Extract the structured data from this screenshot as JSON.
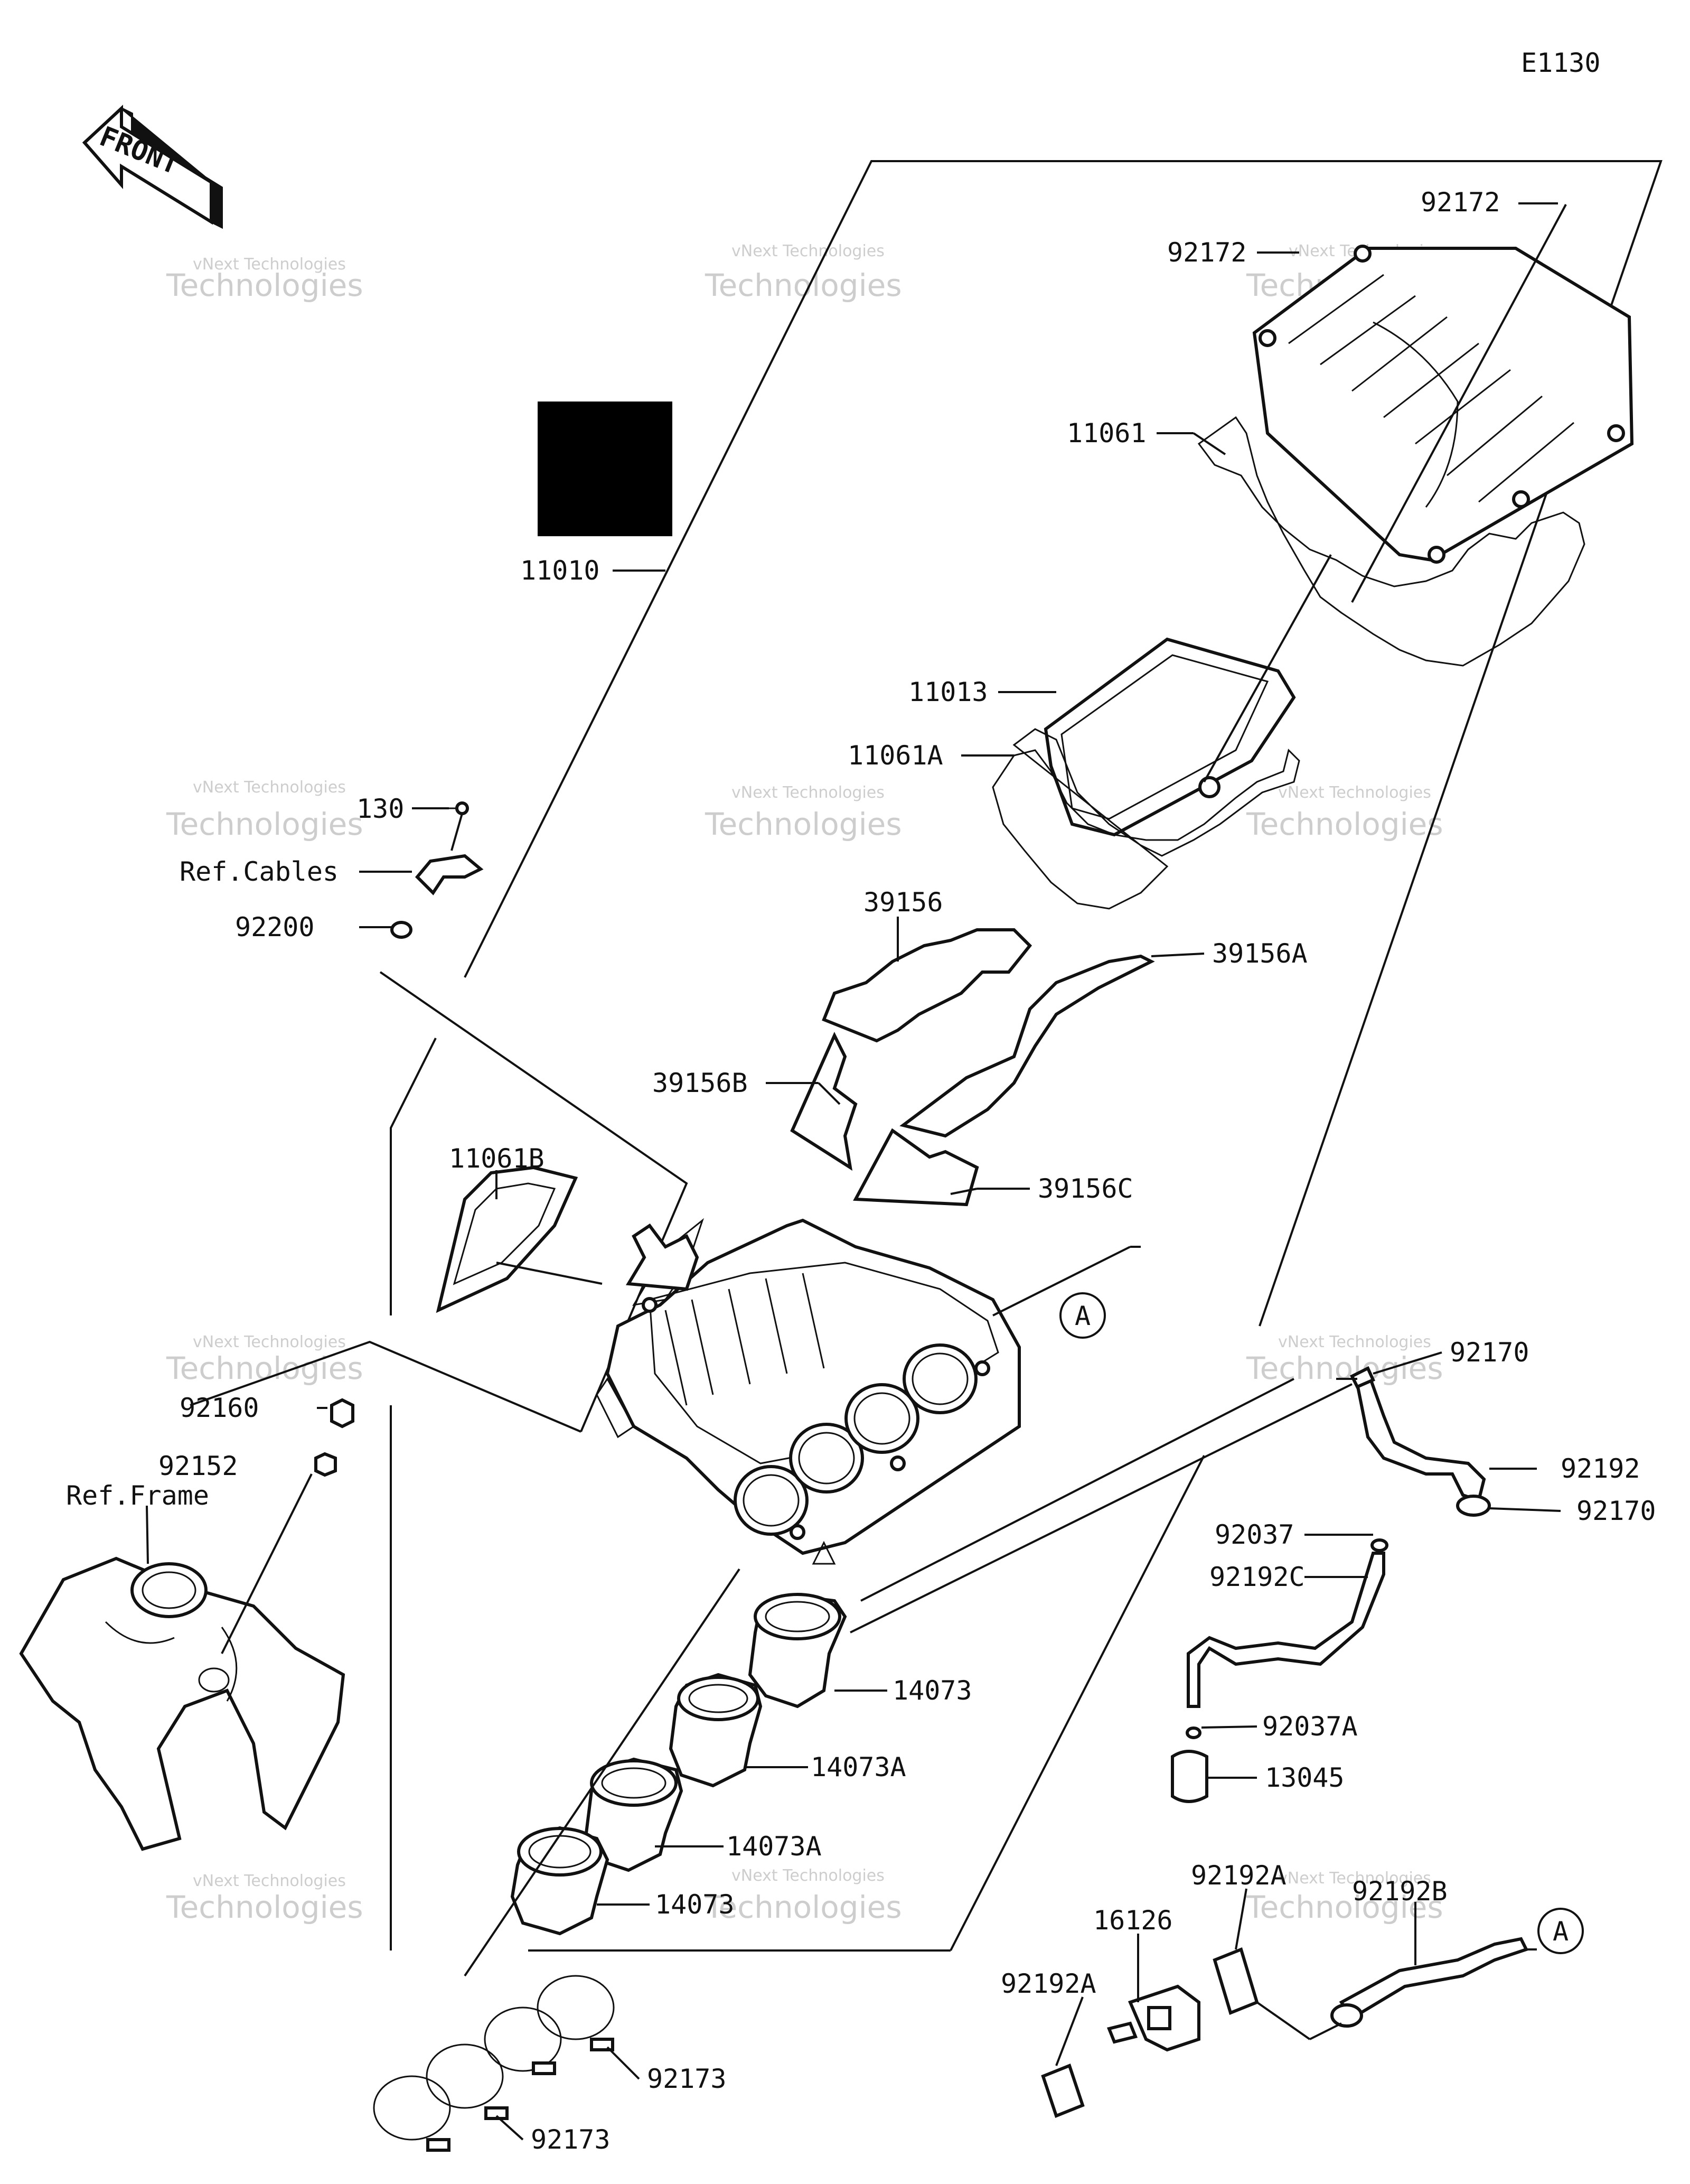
{
  "diagram_code": "E1130",
  "front_label": "FRONT",
  "ref_marker": "A",
  "labels": {
    "p92172_top": "92172",
    "p92172_mid": "92172",
    "p11061": "11061",
    "p11010": "11010",
    "p11013": "11013",
    "p11061A": "11061A",
    "p130": "130",
    "ref_cables": "Ref.Cables",
    "p92200": "92200",
    "p39156": "39156",
    "p39156A": "39156A",
    "p39156B": "39156B",
    "p39156C": "39156C",
    "p11061B": "11061B",
    "p92160": "92160",
    "p92152": "92152",
    "ref_frame": "Ref.Frame",
    "p92170_top": "92170",
    "p92192": "92192",
    "p92170_bot": "92170",
    "p92037": "92037",
    "p92192C": "92192C",
    "p14073_top": "14073",
    "p14073A_top": "14073A",
    "p14073A_bot": "14073A",
    "p14073_bot": "14073",
    "p92037A": "92037A",
    "p13045": "13045",
    "p92192A_top": "92192A",
    "p92192B": "92192B",
    "p16126": "16126",
    "p92192A_left": "92192A",
    "p92173_right": "92173",
    "p92173_bot": "92173"
  },
  "watermark": {
    "line1": "vNext Technologies",
    "line2": "Technologies"
  },
  "colors": {
    "ink": "#111111",
    "background": "#ffffff",
    "watermark": "#c8c8c8"
  }
}
